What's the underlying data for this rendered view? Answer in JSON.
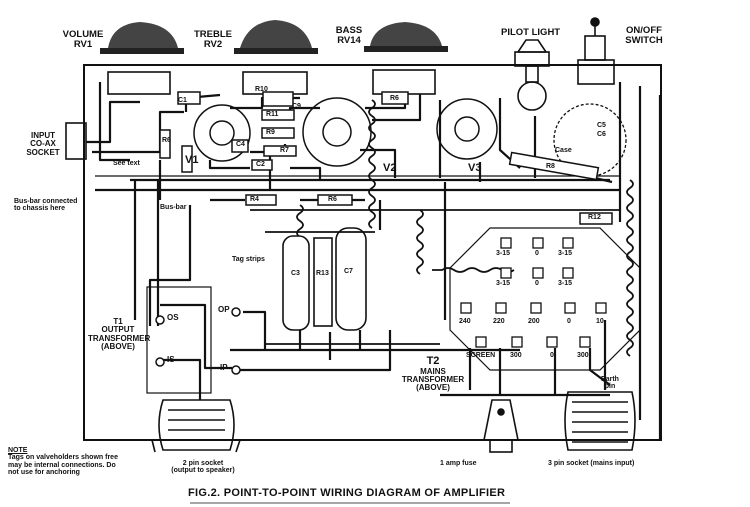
{
  "labels": {
    "volume": "VOLUME",
    "rv1": "RV1",
    "treble": "TREBLE",
    "rv2": "RV2",
    "bass": "BASS",
    "rv14": "RV14",
    "pilot_light": "PILOT LIGHT",
    "on_off": "ON/OFF",
    "switch": "SWITCH",
    "input_line1": "INPUT",
    "input_line2": "CO-AX",
    "input_line3": "SOCKET",
    "see_text": "See text",
    "bus_bar_chassis_1": "Bus-bar connected",
    "bus_bar_chassis_2": "to chassis here",
    "bus_bar": "Bus-bar",
    "tag_strips": "Tag strips",
    "t1": "T1",
    "t1_line1": "OUTPUT",
    "t1_line2": "TRANSFORMER",
    "t1_line3": "(ABOVE)",
    "os": "OS",
    "is": "IS",
    "op": "OP",
    "ip": "IP",
    "t2": "T2",
    "t2_line1": "MAINS",
    "t2_line2": "TRANSFORMER",
    "t2_line3": "(ABOVE)",
    "earth_pin_1": "Earth",
    "earth_pin_2": "pin",
    "case": "Case",
    "v1": "V1",
    "v2": "V2",
    "v3": "V3",
    "fuse": "1 amp fuse",
    "pin2_line1": "2 pin socket",
    "pin2_line2": "(output to speaker)",
    "pin3": "3 pin socket (mains input)",
    "note_title": "NOTE",
    "note_line1": "Tags on valveholders shown free",
    "note_line2": "may be internal connections. Do",
    "note_line3": "not use for anchoring",
    "caption": "FIG.2. POINT-TO-POINT WIRING DIAGRAM OF AMPLIFIER"
  },
  "components": {
    "r4": "R4",
    "r6": "R6",
    "r7": "R7",
    "r8": "R8",
    "r9": "R9",
    "r10": "R10",
    "r11": "R11",
    "r12": "R12",
    "r13": "R13",
    "c1": "C1",
    "c2": "C2",
    "c3": "C3",
    "c4": "C4",
    "c5": "C5",
    "c6": "C6",
    "c7": "C7",
    "c9": "C9"
  },
  "tap_labels": [
    "3-15",
    "0",
    "3-15",
    "3-15",
    "0",
    "3-15",
    "240",
    "220",
    "200",
    "0",
    "10",
    "SCREEN",
    "300",
    "0",
    "300"
  ]
}
